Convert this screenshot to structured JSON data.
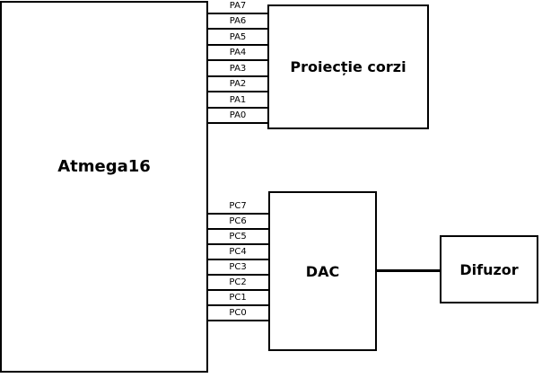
{
  "colors": {
    "background": "#ffffff",
    "line": "#000000",
    "text": "#000000"
  },
  "blocks": {
    "atmega16": {
      "label": "Atmega16"
    },
    "proiectie_corzi": {
      "label": "Proiecție corzi"
    },
    "dac": {
      "label": "DAC"
    },
    "difuzor": {
      "label": "Difuzor"
    }
  },
  "port_a_pins": [
    "PA7",
    "PA6",
    "PA5",
    "PA4",
    "PA3",
    "PA2",
    "PA1",
    "PA0"
  ],
  "port_c_pins": [
    "PC7",
    "PC6",
    "PC5",
    "PC4",
    "PC3",
    "PC2",
    "PC1",
    "PC0"
  ]
}
